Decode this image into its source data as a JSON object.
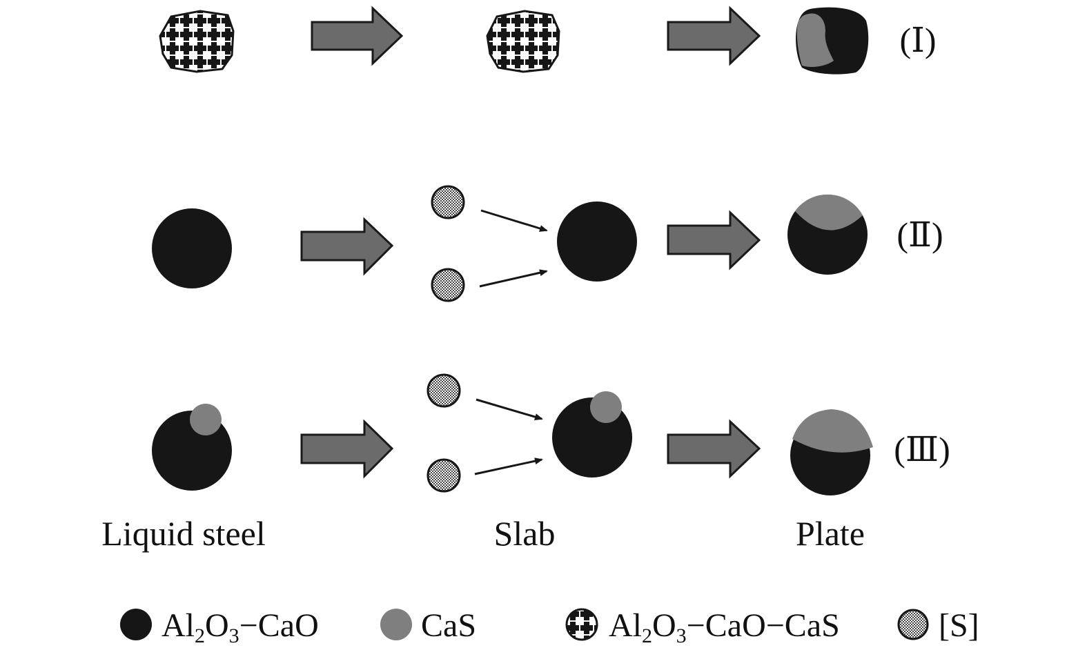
{
  "colors": {
    "oxide": "#161616",
    "cas": "#7f7f7f",
    "arrow_fill": "#6b6b6b",
    "arrow_stroke": "#1a1a1a",
    "background": "#ffffff"
  },
  "row_labels": [
    "(Ⅰ)",
    "(Ⅱ)",
    "(Ⅲ)"
  ],
  "stage_labels": {
    "liquid_steel": "Liquid steel",
    "slab": "Slab",
    "plate": "Plate"
  },
  "legend": {
    "oxide": {
      "pre": "Al",
      "sub1": "2",
      "mid": "O",
      "sub2": "3",
      "post": "−CaO"
    },
    "cas": "CaS",
    "composite": {
      "pre": "Al",
      "sub1": "2",
      "mid": "O",
      "sub2": "3",
      "post": "−CaO−CaS"
    },
    "sulfur": "[S]"
  }
}
